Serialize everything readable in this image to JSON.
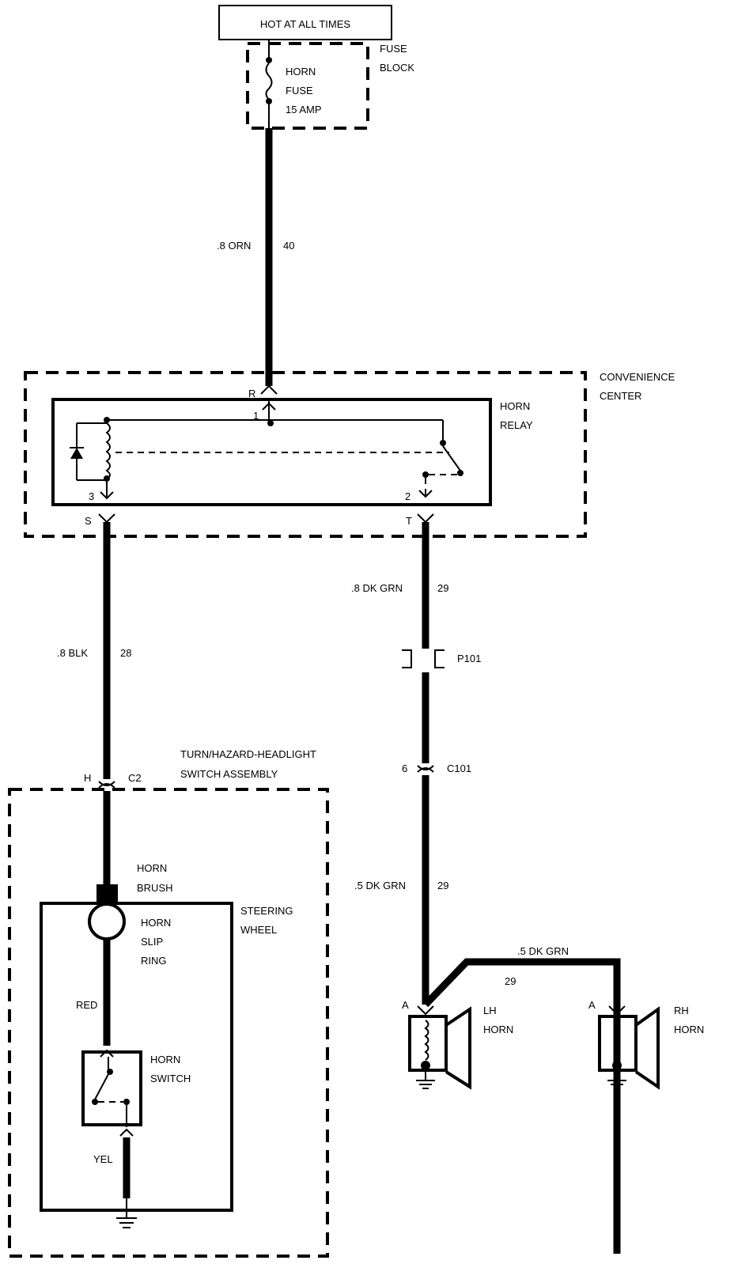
{
  "power_source": "HOT AT ALL TIMES",
  "fuse_block": {
    "line1": "FUSE",
    "line2": "BLOCK"
  },
  "horn_fuse": {
    "line1": "HORN",
    "line2": "FUSE",
    "line3": "15 AMP"
  },
  "wire_top": {
    "gauge": ".8 ORN",
    "circuit": "40"
  },
  "convenience_center": {
    "line1": "CONVENIENCE",
    "line2": "CENTER"
  },
  "horn_relay": {
    "line1": "HORN",
    "line2": "RELAY"
  },
  "terminals": {
    "r": "R",
    "s": "S",
    "t": "T",
    "pin1": "1",
    "pin2": "2",
    "pin3": "3",
    "h": "H",
    "a_left": "A",
    "a_right": "A"
  },
  "wire_blk": {
    "gauge": ".8 BLK",
    "circuit": "28"
  },
  "wire_dkgrn_upper": {
    "gauge": ".8 DK GRN",
    "circuit": "29"
  },
  "connector_p101": "P101",
  "connector_c101": {
    "pin": "6",
    "name": "C101"
  },
  "connector_c2": "C2",
  "wire_dkgrn_lower": {
    "gauge": ".5 DK GRN",
    "circuit": "29"
  },
  "wire_dkgrn_branch": {
    "gauge": ".5 DK GRN",
    "circuit": "29"
  },
  "switch_assembly": {
    "line1": "TURN/HAZARD-HEADLIGHT",
    "line2": "SWITCH ASSEMBLY"
  },
  "horn_brush": {
    "line1": "HORN",
    "line2": "BRUSH"
  },
  "steering_wheel": {
    "line1": "STEERING",
    "line2": "WHEEL"
  },
  "horn_slip_ring": {
    "line1": "HORN",
    "line2": "SLIP",
    "line3": "RING"
  },
  "wire_red": "RED",
  "horn_switch": {
    "line1": "HORN",
    "line2": "SWITCH"
  },
  "wire_yel": "YEL",
  "lh_horn": {
    "line1": "LH",
    "line2": "HORN"
  },
  "rh_horn": {
    "line1": "RH",
    "line2": "HORN"
  }
}
